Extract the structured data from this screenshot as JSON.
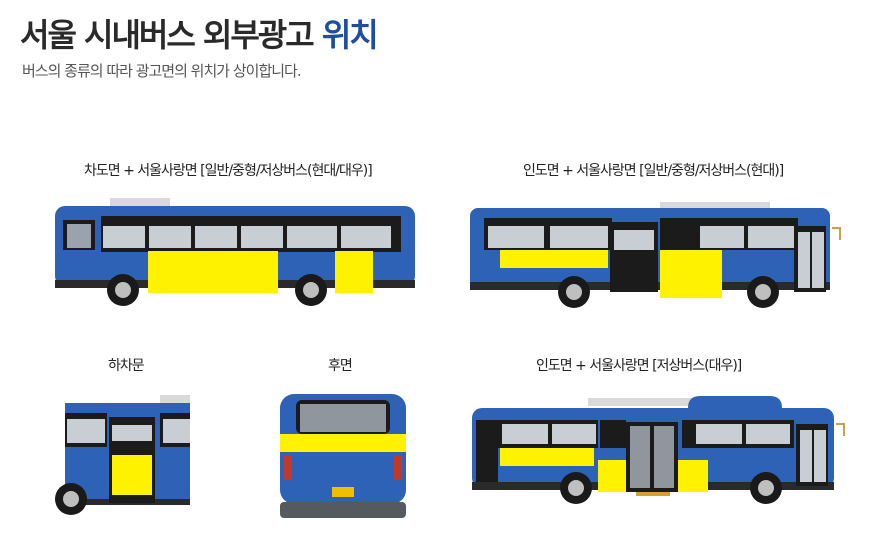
{
  "page": {
    "title_main": "서울 시내버스 외부광고 ",
    "title_accent": "위치",
    "subtitle": "버스의 종류의 따라 광고면의 위치가 상이합니다."
  },
  "panels": {
    "driver_side": "차도면 + 서울사랑면 [일반/중형/저상버스(현대/대우)]",
    "sidewalk_side_hyundai": "인도면 + 서울사랑면 [일반/중형/저상버스(현대)]",
    "exit_door": "하차문",
    "rear": "후면",
    "sidewalk_side_daewoo": "인도면 + 서울사랑면 [저상버스(대우)]"
  },
  "colors": {
    "bus_blue": "#2e62b6",
    "ad_yellow": "#fff200",
    "accent": "#1f4ea1"
  }
}
